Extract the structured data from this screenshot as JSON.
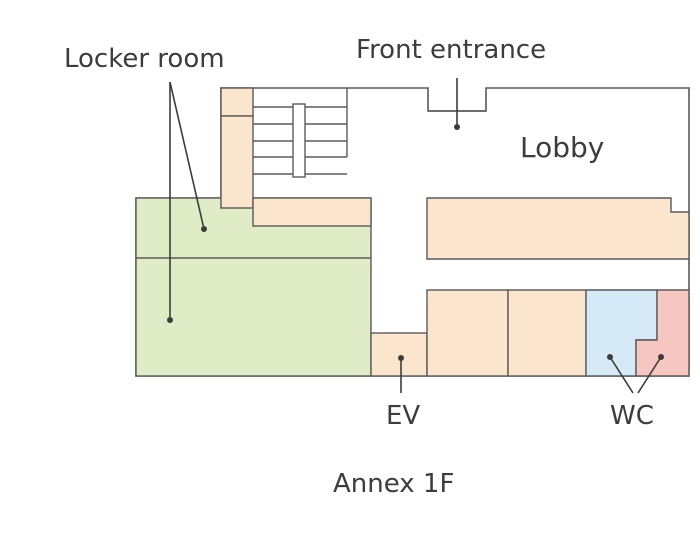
{
  "labels": {
    "locker_room": "Locker room",
    "front_entrance": "Front entrance",
    "lobby": "Lobby",
    "ev": "EV",
    "wc": "WC",
    "floor": "Annex 1F"
  },
  "colors": {
    "corridor_rooms": "#fbe6cd",
    "locker_room": "#e0ecc5",
    "wc_mens": "#d5e9f7",
    "wc_womens": "#f6c7c0",
    "walls": "#5a5a5a",
    "text": "#3c3c3c"
  }
}
